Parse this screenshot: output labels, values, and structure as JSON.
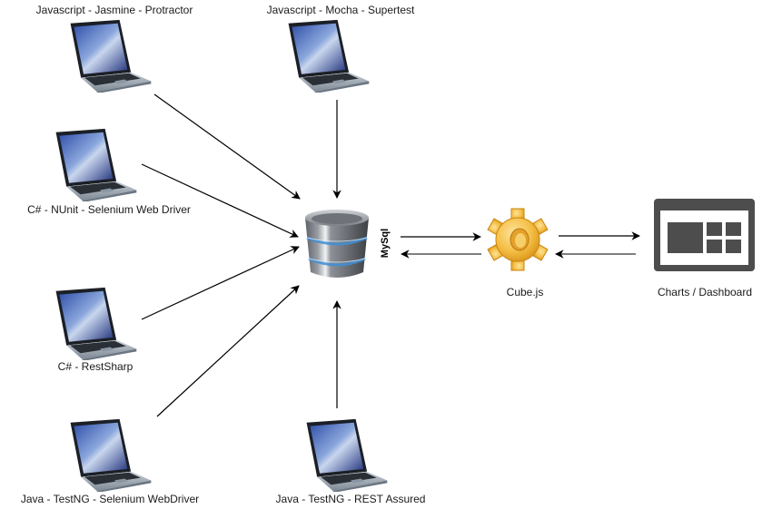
{
  "diagram": {
    "type": "architecture",
    "clients": [
      {
        "id": "js-jasmine",
        "label": "Javascript - Jasmine - Protractor",
        "icon": "laptop-icon"
      },
      {
        "id": "js-mocha",
        "label": "Javascript - Mocha - Supertest",
        "icon": "laptop-icon"
      },
      {
        "id": "cs-nunit",
        "label": "C# - NUnit - Selenium Web Driver",
        "icon": "laptop-icon"
      },
      {
        "id": "cs-restsharp",
        "label": "C# - RestSharp",
        "icon": "laptop-icon"
      },
      {
        "id": "java-selenium",
        "label": "Java - TestNG - Selenium WebDriver",
        "icon": "laptop-icon"
      },
      {
        "id": "java-rest",
        "label": "Java - TestNG - REST Assured",
        "icon": "laptop-icon"
      }
    ],
    "database": {
      "label": "MySql",
      "icon": "database-icon"
    },
    "service": {
      "label": "Cube.js",
      "icon": "gear-icon"
    },
    "dashboard": {
      "label": "Charts / Dashboard",
      "icon": "dashboard-icon"
    },
    "edges": [
      {
        "from": "js-jasmine",
        "to": "database",
        "direction": "one-way"
      },
      {
        "from": "js-mocha",
        "to": "database",
        "direction": "one-way"
      },
      {
        "from": "cs-nunit",
        "to": "database",
        "direction": "one-way"
      },
      {
        "from": "cs-restsharp",
        "to": "database",
        "direction": "one-way"
      },
      {
        "from": "java-selenium",
        "to": "database",
        "direction": "one-way"
      },
      {
        "from": "java-rest",
        "to": "database",
        "direction": "one-way"
      },
      {
        "from": "database",
        "to": "service",
        "direction": "bidirectional"
      },
      {
        "from": "service",
        "to": "dashboard",
        "direction": "bidirectional"
      }
    ],
    "colors": {
      "arrow": "#000000",
      "gear": "#f2b632",
      "dashboard": "#4d4d4d",
      "db_ring": "#3f8fd6"
    }
  }
}
